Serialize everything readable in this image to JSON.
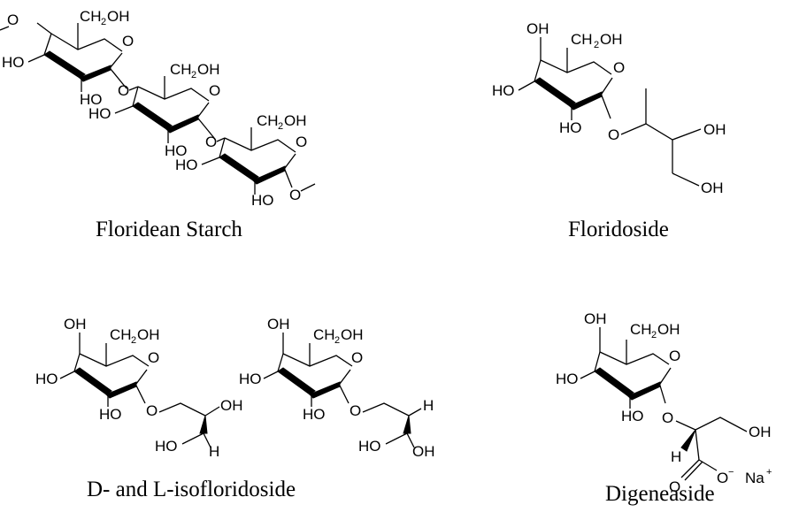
{
  "captions": {
    "floridean_starch": "Floridean Starch",
    "floridoside": "Floridoside",
    "isofloridoside": "D- and L-isofloridoside",
    "digeneaside": "Digeneaside"
  },
  "labels": {
    "ch2oh_main": "CH",
    "ch2oh_sub": "2",
    "ch2oh_tail": "OH",
    "oh": "OH",
    "ho": "HO",
    "o": "O",
    "h": "H",
    "o_minus": "O",
    "minus": "−",
    "na_plus": "Na",
    "plus": "+"
  }
}
